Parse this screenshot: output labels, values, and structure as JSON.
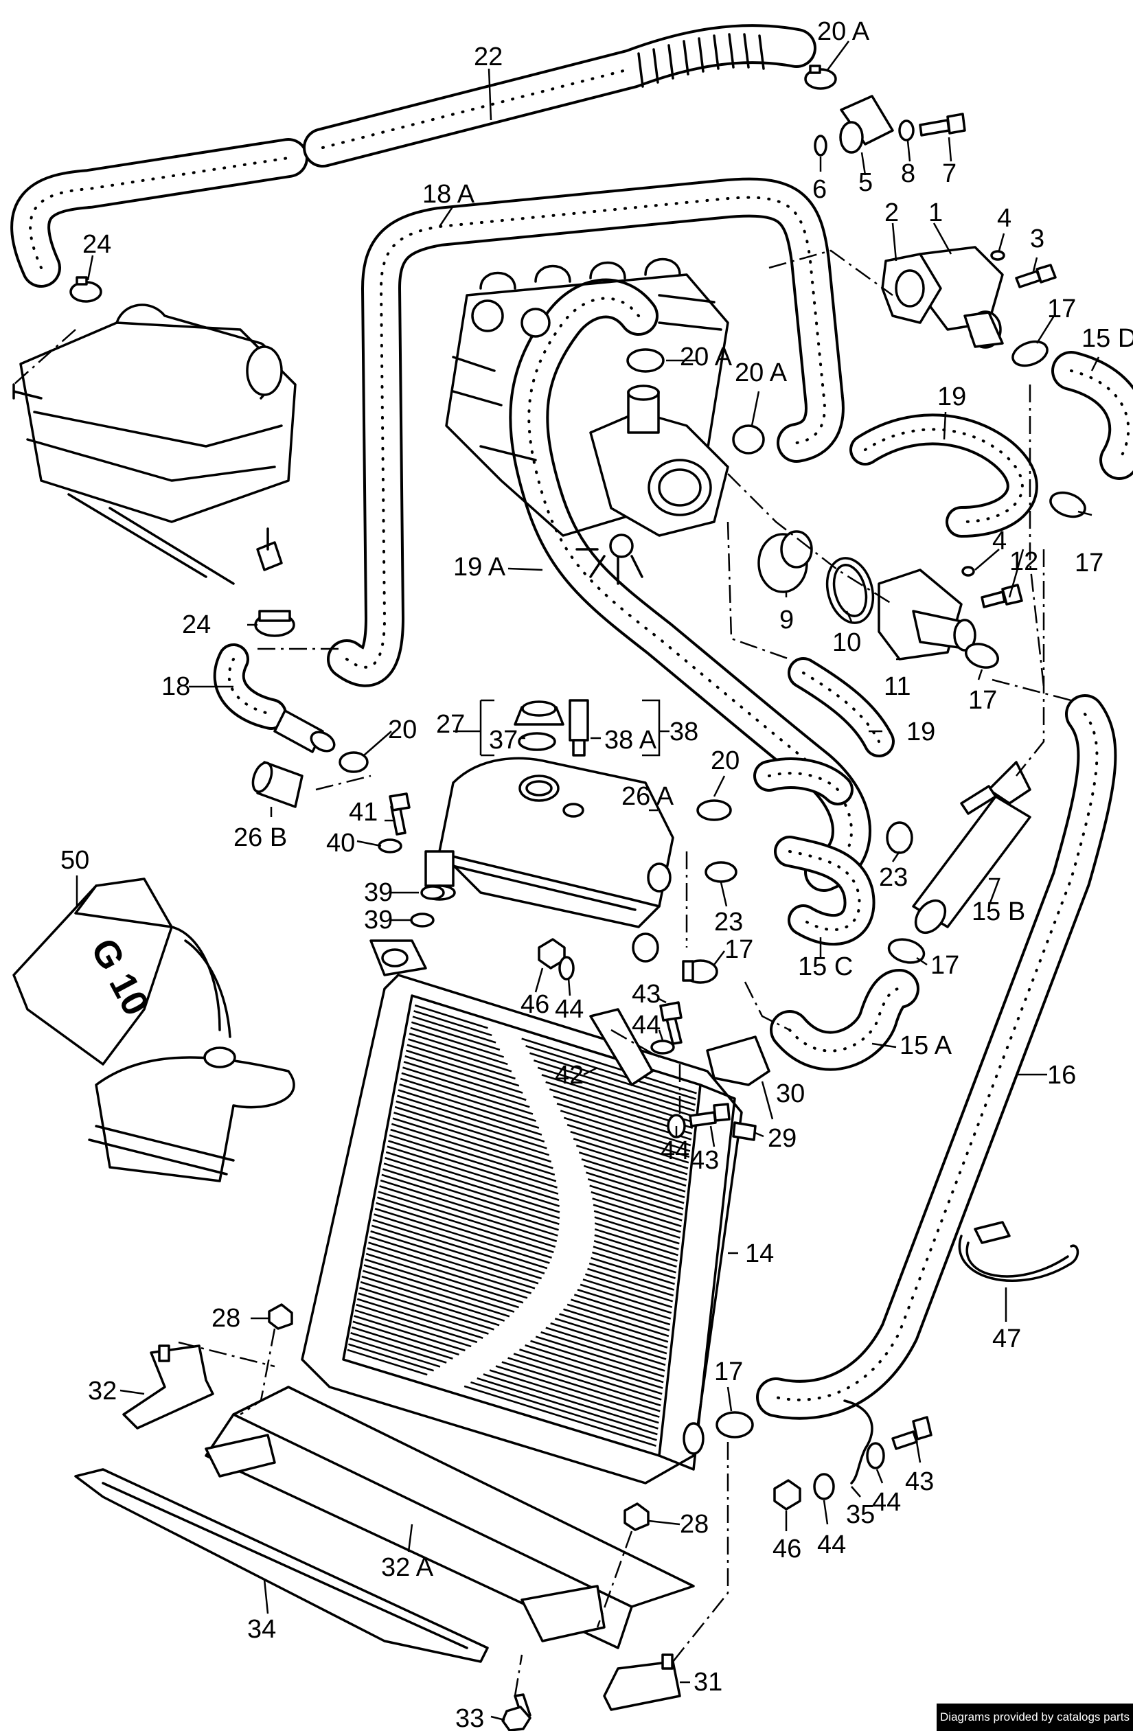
{
  "diagram": {
    "labels": [
      "22",
      "20 A",
      "6",
      "5",
      "8",
      "7",
      "2",
      "1",
      "4",
      "3",
      "17",
      "15 D",
      "24",
      "18 A",
      "20 A",
      "20 A",
      "19",
      "19 A",
      "9",
      "10",
      "11",
      "12",
      "17",
      "4",
      "17",
      "24",
      "18",
      "20",
      "26 B",
      "27",
      "37",
      "38 A",
      "38",
      "26 A",
      "41",
      "40",
      "39",
      "39",
      "19",
      "20",
      "23",
      "23",
      "15 B",
      "15 C",
      "17",
      "17",
      "15 A",
      "50",
      "G 10",
      "46",
      "44",
      "43",
      "44",
      "42",
      "30",
      "44",
      "29",
      "43",
      "14",
      "16",
      "47",
      "28",
      "32",
      "17",
      "43",
      "44",
      "35",
      "44",
      "46",
      "28",
      "32 A",
      "34",
      "31",
      "33"
    ]
  },
  "footer": {
    "credit": "Diagrams provided by catalogs parts"
  }
}
